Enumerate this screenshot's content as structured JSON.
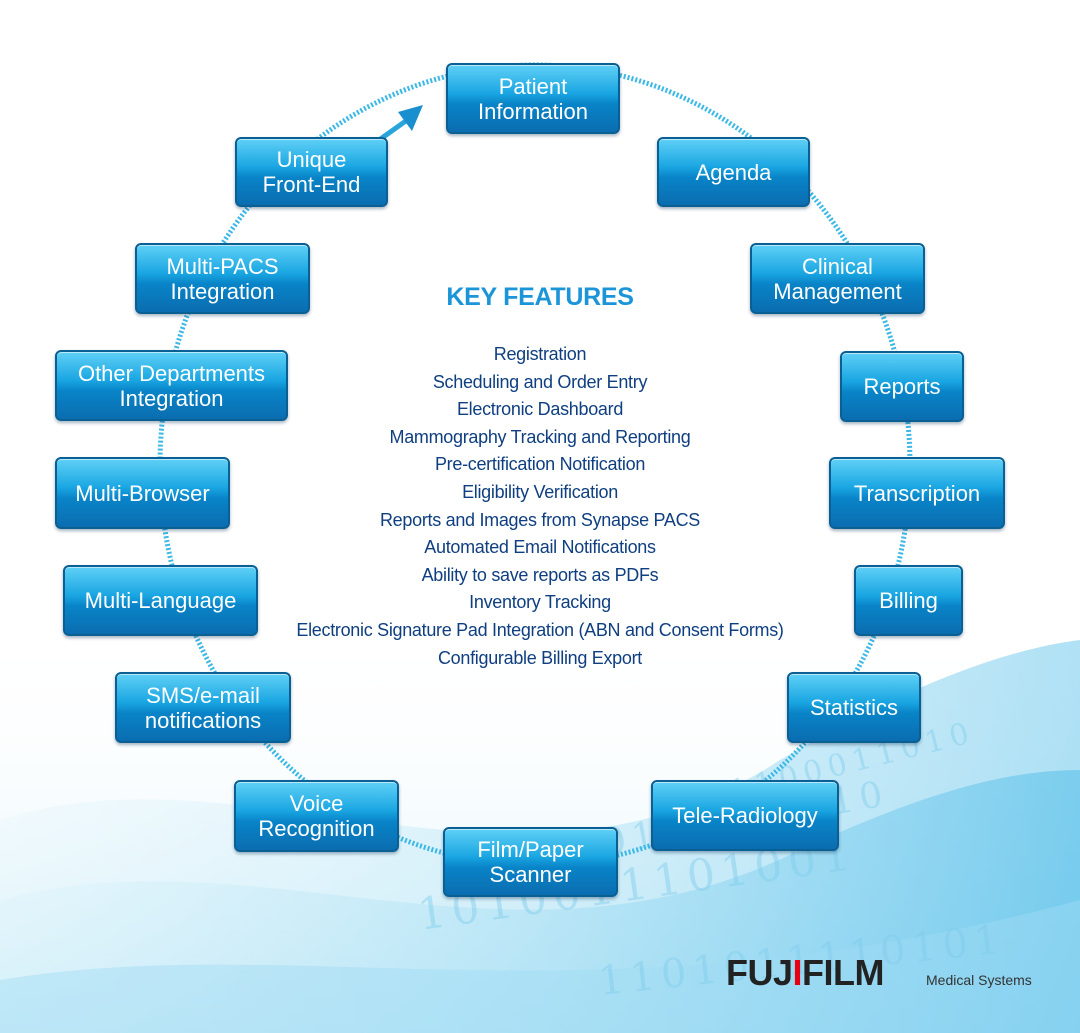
{
  "features": [
    "Patient\nInformation",
    "Agenda",
    "Clinical\nManagement",
    "Reports",
    "Transcription",
    "Billing",
    "Statistics",
    "Tele-Radiology",
    "Film/Paper\nScanner",
    "Voice\nRecognition",
    "SMS/e-mail\nnotifications",
    "Multi-Language",
    "Multi-Browser",
    "Other Departments\nIntegration",
    "Multi-PACS\nIntegration",
    "Unique\nFront-End"
  ],
  "key_features": {
    "title": "KEY FEATURES",
    "items": [
      "Registration",
      "Scheduling and Order Entry",
      "Electronic Dashboard",
      "Mammography Tracking and Reporting",
      "Pre-certification Notification",
      "Eligibility Verification",
      "Reports and Images from Synapse PACS",
      "Automated Email Notifications",
      "Ability to save reports as PDFs",
      "Inventory Tracking",
      "Electronic Signature Pad Integration (ABN and Consent Forms)",
      "Configurable Billing Export"
    ]
  },
  "logo": {
    "wordmark": "FUJIFILM",
    "subtitle": "Medical Systems"
  },
  "background_binary": [
    "1010011101001",
    "0110101100110",
    "1101011110101",
    "0101100011010"
  ],
  "colors": {
    "node_fill": "#1aa6e2",
    "node_border": "#0a5f93",
    "ring": "#3bb8e6",
    "title": "#1b95d8",
    "list_text": "#0f3f80",
    "logo": "#222222",
    "logo_accent": "#e60012"
  }
}
